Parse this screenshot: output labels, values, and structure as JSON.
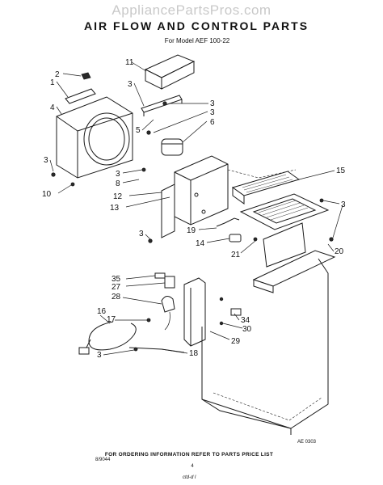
{
  "watermark": "AppliancePartsPros.com",
  "title": "AIR FLOW AND CONTROL PARTS",
  "subtitle": "For Model AEF 100-22",
  "callouts": {
    "c1": "1",
    "c2": "2",
    "c3a": "3",
    "c3b": "3",
    "c3c": "3",
    "c3d": "3",
    "c3e": "3",
    "c3f": "3",
    "c3g": "3",
    "c4": "4",
    "c5": "5",
    "c6": "6",
    "c8": "8",
    "c10": "10",
    "c11": "11",
    "c12": "12",
    "c13": "13",
    "c14": "14",
    "c15": "15",
    "c16": "16",
    "c17": "17",
    "c18": "18",
    "c19": "19",
    "c20": "20",
    "c21": "21",
    "c27": "27",
    "c28": "28",
    "c29": "29",
    "c30": "30",
    "c34": "34",
    "c35": "35"
  },
  "diagram_code": "AE 0303",
  "footer_note": "FOR ORDERING INFORMATION REFER TO PARTS PRICE LIST",
  "page_code": "8/9044",
  "page_number": "4",
  "handwriting": "ctd-d  l"
}
